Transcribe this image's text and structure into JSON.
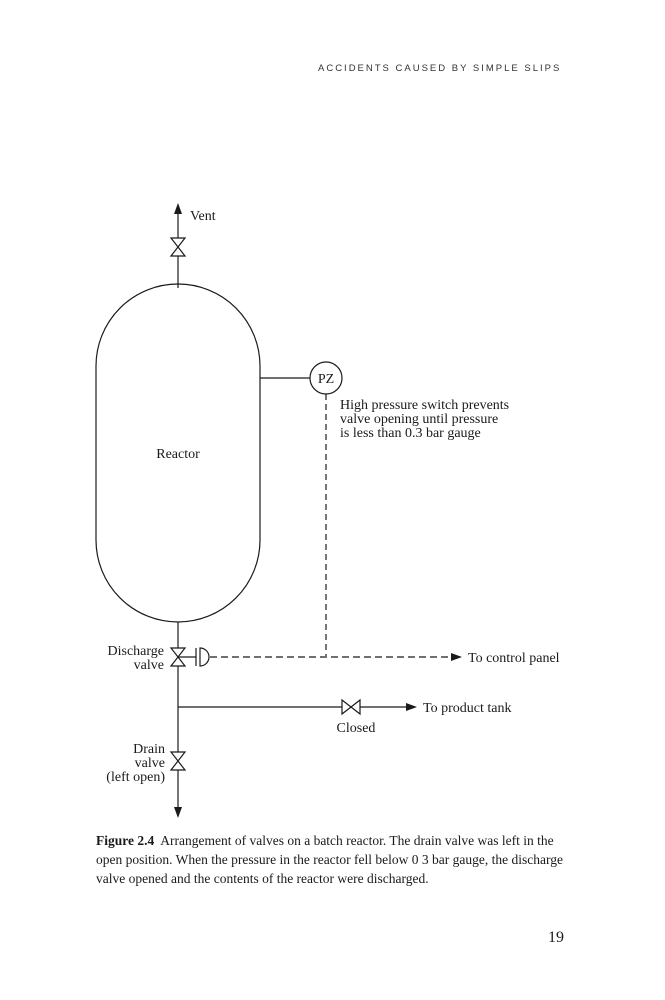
{
  "header": {
    "running_head": "ACCIDENTS CAUSED BY SIMPLE SLIPS"
  },
  "figure": {
    "labels": {
      "vent": "Vent",
      "reactor": "Reactor",
      "pz": "PZ",
      "switch_note": [
        "High pressure switch prevents",
        "valve opening until pressure",
        "is less than 0.3 bar gauge"
      ],
      "discharge_valve": [
        "Discharge",
        "valve"
      ],
      "to_control_panel": "To control panel",
      "to_product_tank": "To product tank",
      "closed": "Closed",
      "drain_valve": [
        "Drain",
        "valve",
        "(left open)"
      ]
    }
  },
  "caption": {
    "figure_number": "Figure 2.4",
    "text": "Arrangement of valves on a batch reactor. The drain valve was left in the open position. When the pressure in the reactor fell below 0 3 bar gauge, the discharge valve opened and the contents of the reactor were discharged."
  },
  "page": {
    "number": "19"
  }
}
